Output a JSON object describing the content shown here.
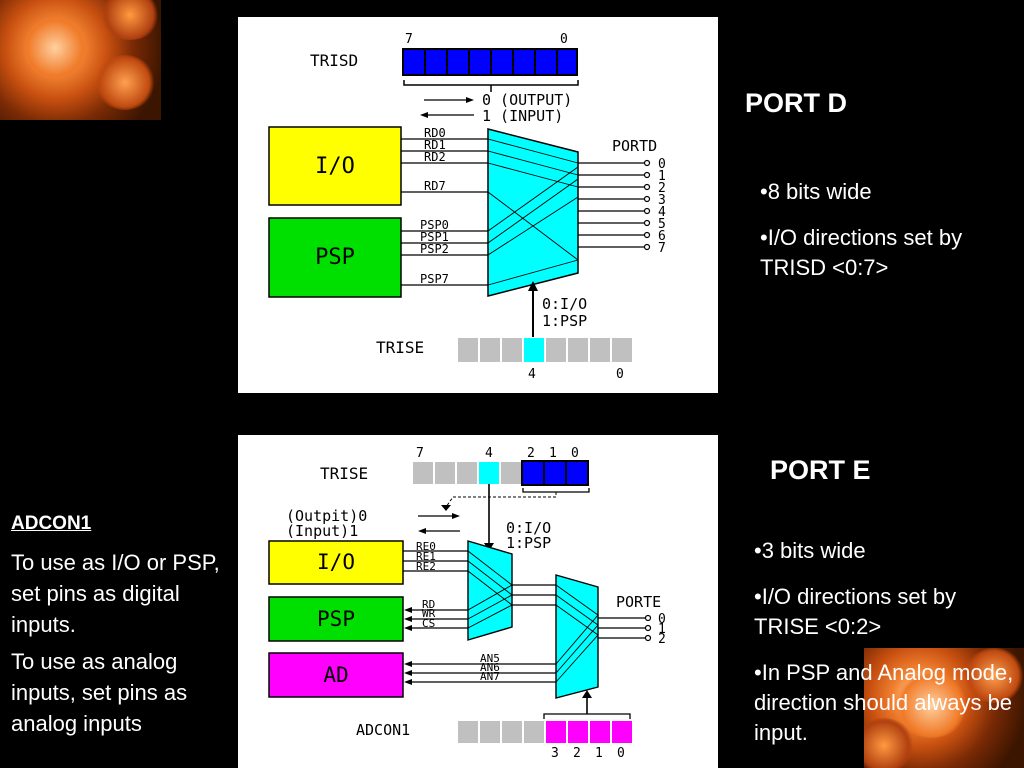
{
  "colors": {
    "background": "#000000",
    "io_box": "#ffff00",
    "psp_box": "#00e000",
    "ad_box": "#ff00ff",
    "mux": "#00ffff",
    "reg_bit_on": "#0000ff",
    "reg_bit_off": "#c0c0c0",
    "reg_bit_mux": "#00ffff",
    "adcon_bit_on": "#ff00ff"
  },
  "portd": {
    "title": "PORT D",
    "bullets": [
      "•8 bits wide",
      "•I/O directions set by TRISD <0:7>"
    ],
    "diagram": {
      "trisd_label": "TRISD",
      "trisd_bit_high": "7",
      "trisd_bit_low": "0",
      "output_label": "0 (OUTPUT)",
      "input_label": "1 (INPUT)",
      "io_label": "I/O",
      "psp_label": "PSP",
      "rd_lines": [
        "RD0",
        "RD1",
        "RD2",
        "RD7"
      ],
      "psp_lines": [
        "PSP0",
        "PSP1",
        "PSP2",
        "PSP7"
      ],
      "port_label": "PORTD",
      "pins": [
        "0",
        "1",
        "2",
        "3",
        "4",
        "5",
        "6",
        "7"
      ],
      "sel_io": "0:I/O",
      "sel_psp": "1:PSP",
      "trise_label": "TRISE",
      "trise_bit_mid": "4",
      "trise_bit_low": "0"
    }
  },
  "porte": {
    "title": "PORT E",
    "bullets": [
      "•3 bits wide",
      "•I/O directions set by TRISE <0:2>",
      "•In PSP and Analog mode, direction should always be input."
    ],
    "diagram": {
      "trise_label": "TRISE",
      "bit_labels": [
        "7",
        "4",
        "2",
        "1",
        "0"
      ],
      "output_label": "(Outpit)0",
      "input_label": "(Input)1",
      "sel_io": "0:I/O",
      "sel_psp": "1:PSP",
      "io_label": "I/O",
      "psp_label": "PSP",
      "ad_label": "AD",
      "re_lines": [
        "RE0",
        "RE1",
        "RE2"
      ],
      "psp_lines": [
        "RD",
        "WR",
        "CS"
      ],
      "an_lines": [
        "AN5",
        "AN6",
        "AN7"
      ],
      "port_label": "PORTE",
      "pins": [
        "0",
        "1",
        "2"
      ],
      "adcon_label": "ADCON1",
      "adcon_bits": [
        "3",
        "2",
        "1",
        "0"
      ]
    }
  },
  "adcon1": {
    "title": "ADCON1",
    "para1": "To use as I/O or PSP, set pins as digital inputs.",
    "para2": "To use as analog inputs, set pins as analog inputs"
  }
}
